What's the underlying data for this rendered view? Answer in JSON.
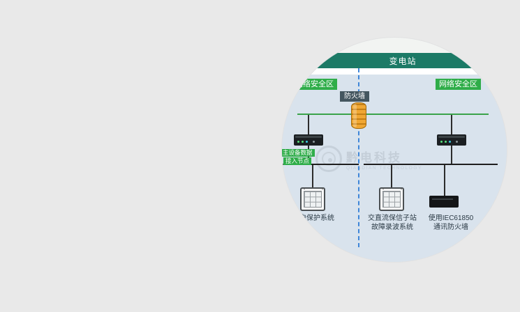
{
  "page": {
    "background": "#e9e9e9"
  },
  "diagram": {
    "title": "变电站",
    "zones": {
      "left": "网络安全区",
      "right": "网络安全区"
    },
    "firewall": {
      "label": "防火墙"
    },
    "access_node": {
      "line1": "主设备数据",
      "line2": "接入节点"
    },
    "devices": {
      "left_label": "继电保护系统",
      "middle_label_line1": "交直流保信子站",
      "middle_label_line2": "故障录波系统",
      "right_label_line1": "使用IEC61850",
      "right_label_line2": "通讯防火墙"
    },
    "colors": {
      "header_bar": "#1c7a66",
      "zone_badge": "#2fad49",
      "green_line": "#3aa34a",
      "dashed_line": "#3f86d8",
      "bus_line": "#1e1e1e",
      "firewall_label_bg": "#44565f",
      "canvas_bg": "#d9e3ed",
      "firewall_icon": "#f0a733"
    }
  },
  "watermark": {
    "name": "黔电科技",
    "subtitle": "QIANDIAN TECHNOLOGY"
  }
}
